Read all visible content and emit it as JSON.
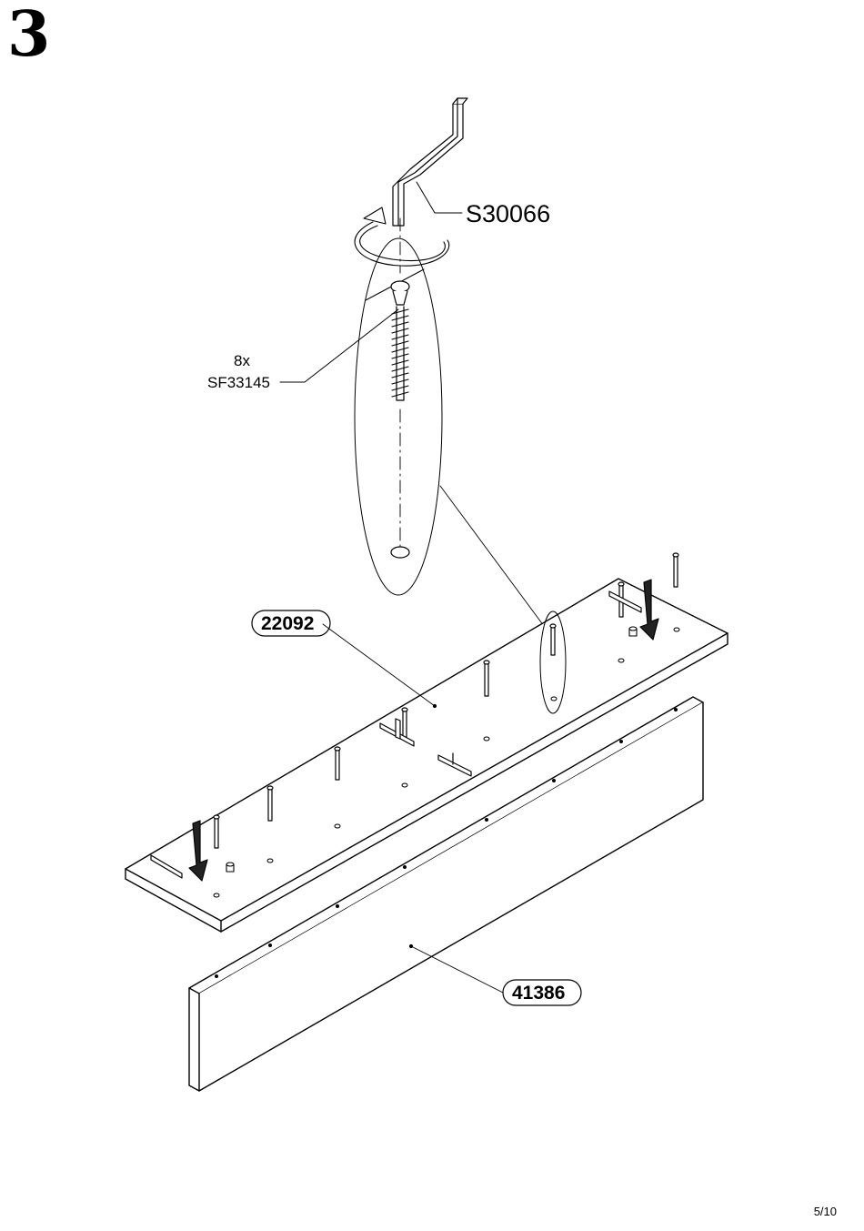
{
  "step": {
    "number": "3"
  },
  "labels": {
    "tool_code": "S30066",
    "screw_quantity": "8x",
    "screw_code": "SF33145",
    "top_panel_code": "22092",
    "front_panel_code": "41386"
  },
  "page": {
    "number": "5/10"
  }
}
